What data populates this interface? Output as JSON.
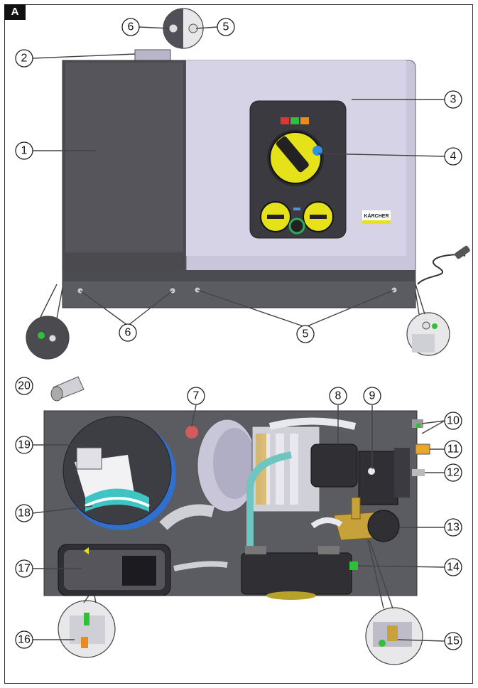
{
  "figure": {
    "tag": "A"
  },
  "brand": {
    "logo_text": "KÄRCHER"
  },
  "colors": {
    "housing_dark": "#4a4a4f",
    "housing_light": "#c9c6dc",
    "accent_yellow": "#e6e21a",
    "panel_dark": "#3a3a40",
    "plate": "#5b5b62",
    "blue_hose": "#2f6fd0",
    "cyan_hose": "#6fc6c0",
    "brass": "#c7a23a",
    "red_plug": "#d25b5b",
    "green_led": "#2fbf3a"
  },
  "callouts": [
    {
      "id": "c6a",
      "label": "6"
    },
    {
      "id": "c5a",
      "label": "5"
    },
    {
      "id": "c2",
      "label": "2"
    },
    {
      "id": "c3",
      "label": "3"
    },
    {
      "id": "c1",
      "label": "1"
    },
    {
      "id": "c4",
      "label": "4"
    },
    {
      "id": "c6b",
      "label": "6"
    },
    {
      "id": "c5b",
      "label": "5"
    },
    {
      "id": "c20",
      "label": "20"
    },
    {
      "id": "c7",
      "label": "7"
    },
    {
      "id": "c8",
      "label": "8"
    },
    {
      "id": "c9",
      "label": "9"
    },
    {
      "id": "c10",
      "label": "10"
    },
    {
      "id": "c11",
      "label": "11"
    },
    {
      "id": "c12",
      "label": "12"
    },
    {
      "id": "c19",
      "label": "19"
    },
    {
      "id": "c18",
      "label": "18"
    },
    {
      "id": "c13",
      "label": "13"
    },
    {
      "id": "c17",
      "label": "17"
    },
    {
      "id": "c14",
      "label": "14"
    },
    {
      "id": "c16",
      "label": "16"
    },
    {
      "id": "c15",
      "label": "15"
    }
  ]
}
